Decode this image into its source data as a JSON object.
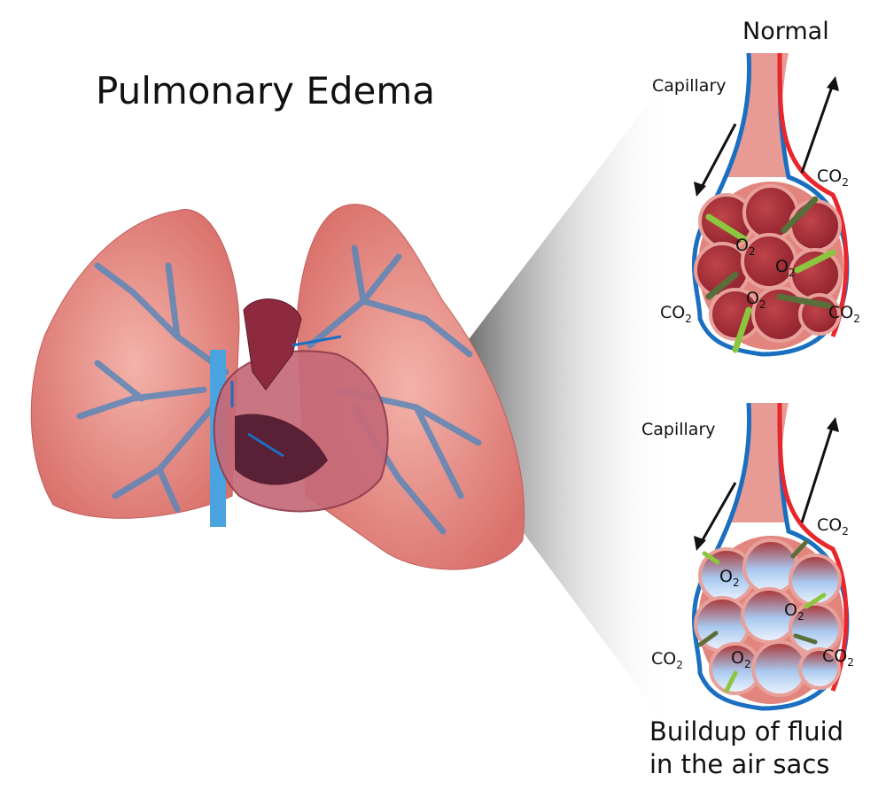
{
  "title": "Pulmonary Edema",
  "normal_panel": {
    "heading": "Normal",
    "capillary_label": "Capillary",
    "gases": [
      {
        "base": "CO",
        "sub": "2"
      },
      {
        "base": "O",
        "sub": "2"
      },
      {
        "base": "O",
        "sub": "2"
      },
      {
        "base": "O",
        "sub": "2"
      },
      {
        "base": "CO",
        "sub": "2"
      },
      {
        "base": "CO",
        "sub": "2"
      }
    ]
  },
  "edema_panel": {
    "capillary_label": "Capillary",
    "gases": [
      {
        "base": "CO",
        "sub": "2"
      },
      {
        "base": "O",
        "sub": "2"
      },
      {
        "base": "O",
        "sub": "2"
      },
      {
        "base": "O",
        "sub": "2"
      },
      {
        "base": "CO",
        "sub": "2"
      },
      {
        "base": "CO",
        "sub": "2"
      }
    ],
    "caption_line1": "Buildup of fluid",
    "caption_line2": "in the air sacs"
  },
  "colors": {
    "lung": "#e0837d",
    "vessel": "#5b87b8",
    "artery": "#e8262b",
    "vein": "#1a6fc0",
    "o2_arrow": "#8cc63f",
    "co2_arrow": "#5a6e3a",
    "fluid": "#a9c8ee"
  }
}
